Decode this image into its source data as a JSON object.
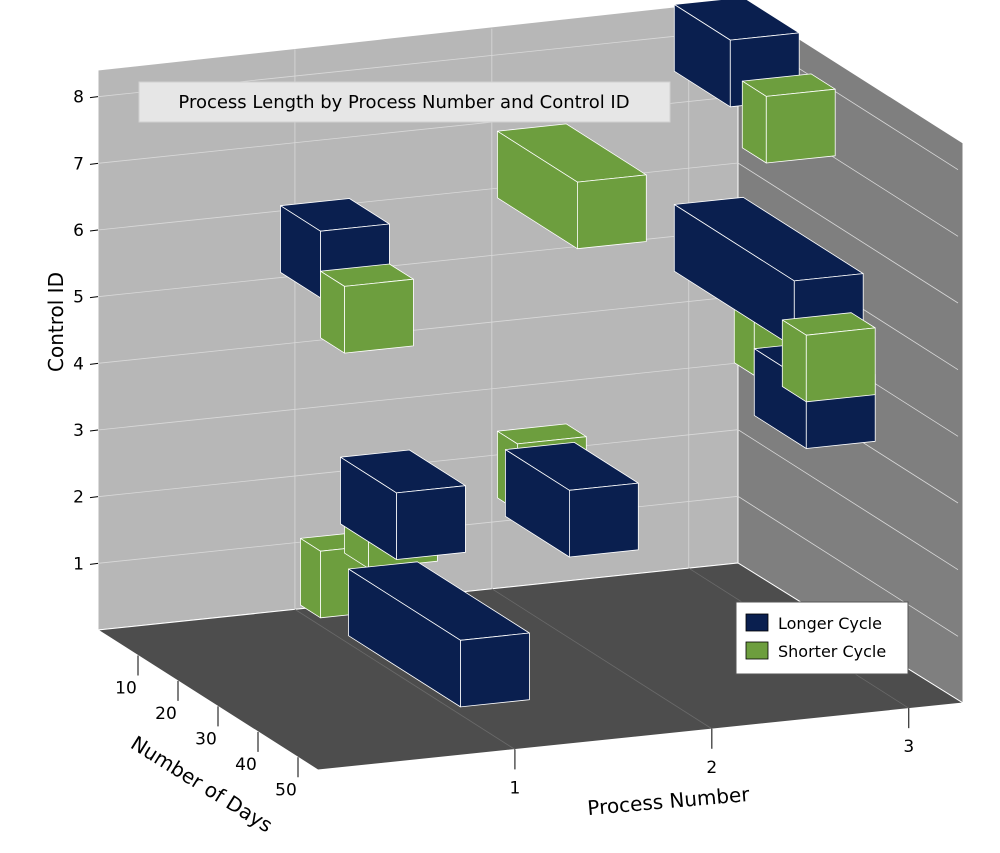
{
  "chart_data": {
    "type": "bar3d",
    "title": "Process Length by Process Number and Control ID",
    "xlabel": "Process Number",
    "ylabel": "Number of Days",
    "zlabel": "Control ID",
    "x_ticks": [
      "1",
      "2",
      "3"
    ],
    "y_ticks": [
      "10",
      "20",
      "30",
      "40",
      "50"
    ],
    "z_ticks": [
      "1",
      "2",
      "3",
      "4",
      "5",
      "6",
      "7",
      "8"
    ],
    "legend": {
      "position": "lower-right"
    },
    "colors": {
      "Longer Cycle": "#0a1f4f",
      "Shorter Cycle": "#6d9e3e",
      "back_wall": "#b7b7b7",
      "side_wall": "#7f7f7f",
      "floor": "#4d4d4d"
    },
    "series": [
      {
        "name": "Longer Cycle",
        "bars": [
          {
            "process": 1,
            "control_id": 1,
            "days_start": 22,
            "days_end": 50
          },
          {
            "process": 1,
            "control_id": 2.6,
            "days_start": 20,
            "days_end": 34
          },
          {
            "process": 1,
            "control_id": 5.8,
            "days_start": 5,
            "days_end": 15
          },
          {
            "process": 2,
            "control_id": 2.1,
            "days_start": 12,
            "days_end": 28
          },
          {
            "process": 3,
            "control_id": 3.8,
            "days_start": 25,
            "days_end": 38
          },
          {
            "process": 3,
            "control_id": 5.2,
            "days_start": 5,
            "days_end": 35
          },
          {
            "process": 3,
            "control_id": 8.2,
            "days_start": 5,
            "days_end": 19
          }
        ]
      },
      {
        "name": "Shorter Cycle",
        "bars": [
          {
            "process": 1,
            "control_id": 1,
            "days_start": 10,
            "days_end": 15
          },
          {
            "process": 1,
            "control_id": 2.2,
            "days_start": 21,
            "days_end": 27
          },
          {
            "process": 1,
            "control_id": 5.2,
            "days_start": 15,
            "days_end": 21
          },
          {
            "process": 2,
            "control_id": 2.3,
            "days_start": 10,
            "days_end": 15
          },
          {
            "process": 2,
            "control_id": 6.8,
            "days_start": 10,
            "days_end": 30
          },
          {
            "process": 3,
            "control_id": 4.4,
            "days_start": 20,
            "days_end": 25
          },
          {
            "process": 3,
            "control_id": 4.5,
            "days_start": 32,
            "days_end": 38
          },
          {
            "process": 3,
            "control_id": 7.7,
            "days_start": 22,
            "days_end": 28
          }
        ]
      }
    ]
  }
}
